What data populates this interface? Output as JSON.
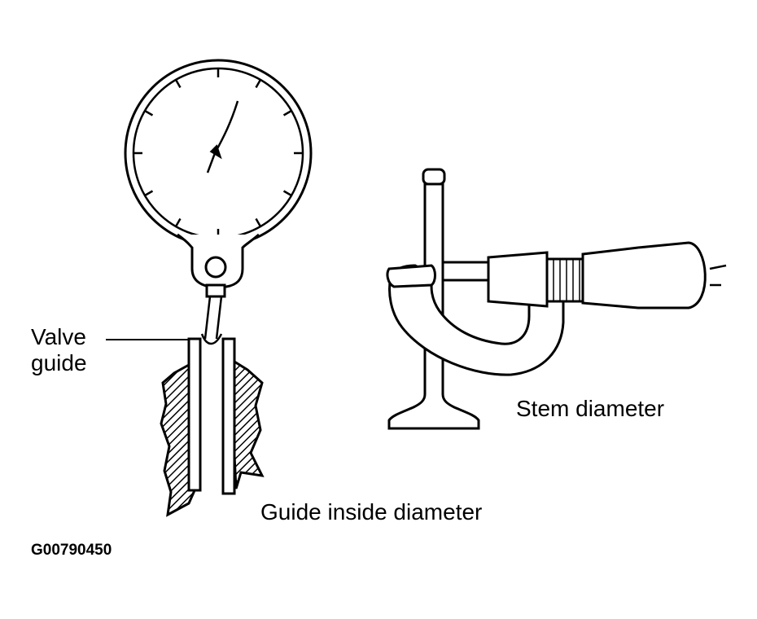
{
  "labels": {
    "valve_guide_line1": "Valve",
    "valve_guide_line2": "guide",
    "stem_diameter": "Stem diameter",
    "guide_inside_diameter": "Guide inside diameter",
    "figure_code": "G00790450"
  },
  "colors": {
    "ink": "#000000",
    "paper": "#ffffff"
  }
}
